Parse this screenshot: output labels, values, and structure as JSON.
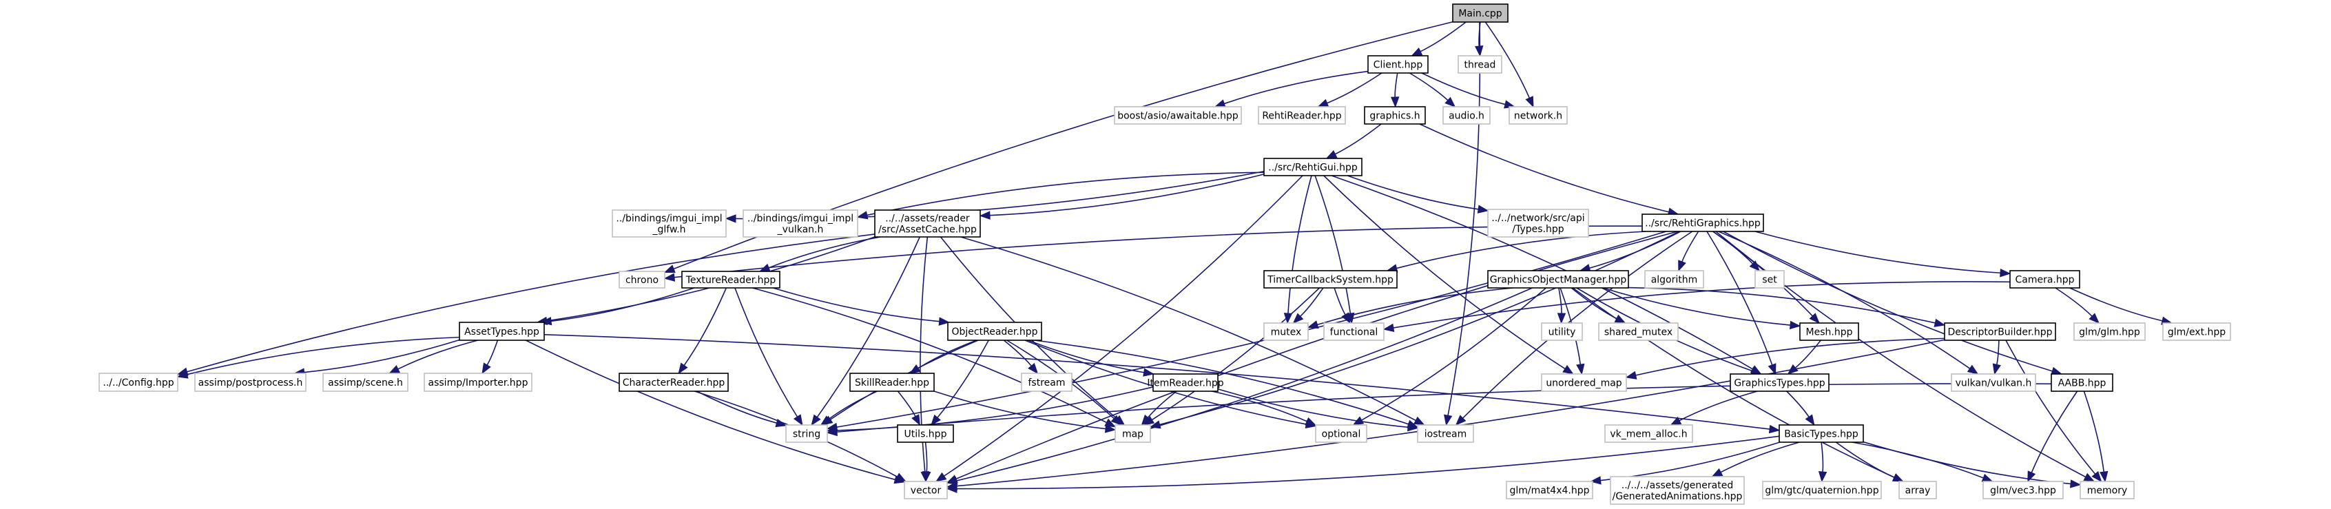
{
  "title": "Include dependency graph for Main.cpp",
  "colors": {
    "edge": "#191970",
    "root_fill": "#bfbfbf",
    "internal_border": "#000000",
    "external_border": "#bfbfbf"
  },
  "nodes": [
    {
      "id": "main",
      "label": [
        "Main.cpp"
      ],
      "kind": "root"
    },
    {
      "id": "client",
      "label": [
        "Client.hpp"
      ],
      "kind": "internal"
    },
    {
      "id": "thread",
      "label": [
        "thread"
      ],
      "kind": "external"
    },
    {
      "id": "network_h",
      "label": [
        "network.h"
      ],
      "kind": "external"
    },
    {
      "id": "boost_awaitable",
      "label": [
        "boost/asio/awaitable.hpp"
      ],
      "kind": "external"
    },
    {
      "id": "rehtireader",
      "label": [
        "RehtiReader.hpp"
      ],
      "kind": "external"
    },
    {
      "id": "graphics_h",
      "label": [
        "graphics.h"
      ],
      "kind": "internal"
    },
    {
      "id": "audio_h",
      "label": [
        "audio.h"
      ],
      "kind": "external"
    },
    {
      "id": "rehtigui",
      "label": [
        "../src/RehtiGui.hpp"
      ],
      "kind": "internal"
    },
    {
      "id": "rehtigraphics",
      "label": [
        "../src/RehtiGraphics.hpp"
      ],
      "kind": "internal"
    },
    {
      "id": "imgui_glfw",
      "label": [
        "../bindings/imgui_impl",
        "_glfw.h"
      ],
      "kind": "external"
    },
    {
      "id": "imgui_vulkan",
      "label": [
        "../bindings/imgui_impl",
        "_vulkan.h"
      ],
      "kind": "external"
    },
    {
      "id": "assetcache",
      "label": [
        "../../assets/reader",
        "/src/AssetCache.hpp"
      ],
      "kind": "internal"
    },
    {
      "id": "net_types",
      "label": [
        "../../network/src/api",
        "/Types.hpp"
      ],
      "kind": "external"
    },
    {
      "id": "chrono",
      "label": [
        "chrono"
      ],
      "kind": "external"
    },
    {
      "id": "texturereader",
      "label": [
        "TextureReader.hpp"
      ],
      "kind": "internal"
    },
    {
      "id": "timercallback",
      "label": [
        "TimerCallbackSystem.hpp"
      ],
      "kind": "internal"
    },
    {
      "id": "gom",
      "label": [
        "GraphicsObjectManager.hpp"
      ],
      "kind": "internal"
    },
    {
      "id": "algorithm",
      "label": [
        "algorithm"
      ],
      "kind": "external"
    },
    {
      "id": "set",
      "label": [
        "set"
      ],
      "kind": "external"
    },
    {
      "id": "camera",
      "label": [
        "Camera.hpp"
      ],
      "kind": "internal"
    },
    {
      "id": "assettypes",
      "label": [
        "AssetTypes.hpp"
      ],
      "kind": "internal"
    },
    {
      "id": "objectreader",
      "label": [
        "ObjectReader.hpp"
      ],
      "kind": "internal"
    },
    {
      "id": "mutex",
      "label": [
        "mutex"
      ],
      "kind": "external"
    },
    {
      "id": "functional",
      "label": [
        "functional"
      ],
      "kind": "external"
    },
    {
      "id": "utility",
      "label": [
        "utility"
      ],
      "kind": "external"
    },
    {
      "id": "shared_mutex",
      "label": [
        "shared_mutex"
      ],
      "kind": "external"
    },
    {
      "id": "mesh",
      "label": [
        "Mesh.hpp"
      ],
      "kind": "internal"
    },
    {
      "id": "descriptorbuilder",
      "label": [
        "DescriptorBuilder.hpp"
      ],
      "kind": "internal"
    },
    {
      "id": "glm_glm",
      "label": [
        "glm/glm.hpp"
      ],
      "kind": "external"
    },
    {
      "id": "glm_ext",
      "label": [
        "glm/ext.hpp"
      ],
      "kind": "external"
    },
    {
      "id": "config",
      "label": [
        "../../Config.hpp"
      ],
      "kind": "external"
    },
    {
      "id": "assimp_post",
      "label": [
        "assimp/postprocess.h"
      ],
      "kind": "external"
    },
    {
      "id": "assimp_scene",
      "label": [
        "assimp/scene.h"
      ],
      "kind": "external"
    },
    {
      "id": "assimp_importer",
      "label": [
        "assimp/Importer.hpp"
      ],
      "kind": "external"
    },
    {
      "id": "characterreader",
      "label": [
        "CharacterReader.hpp"
      ],
      "kind": "internal"
    },
    {
      "id": "skillreader",
      "label": [
        "SkillReader.hpp"
      ],
      "kind": "internal"
    },
    {
      "id": "fstream",
      "label": [
        "fstream"
      ],
      "kind": "external"
    },
    {
      "id": "itemreader",
      "label": [
        "ItemReader.hpp"
      ],
      "kind": "internal"
    },
    {
      "id": "unordered_map",
      "label": [
        "unordered_map"
      ],
      "kind": "external"
    },
    {
      "id": "graphicstypes",
      "label": [
        "GraphicsTypes.hpp"
      ],
      "kind": "internal"
    },
    {
      "id": "vulkan_h",
      "label": [
        "vulkan/vulkan.h"
      ],
      "kind": "external"
    },
    {
      "id": "aabb",
      "label": [
        "AABB.hpp"
      ],
      "kind": "internal"
    },
    {
      "id": "string",
      "label": [
        "string"
      ],
      "kind": "external"
    },
    {
      "id": "utils",
      "label": [
        "Utils.hpp"
      ],
      "kind": "internal"
    },
    {
      "id": "map",
      "label": [
        "map"
      ],
      "kind": "external"
    },
    {
      "id": "optional",
      "label": [
        "optional"
      ],
      "kind": "external"
    },
    {
      "id": "iostream",
      "label": [
        "iostream"
      ],
      "kind": "external"
    },
    {
      "id": "vk_mem_alloc",
      "label": [
        "vk_mem_alloc.h"
      ],
      "kind": "external"
    },
    {
      "id": "basictypes",
      "label": [
        "BasicTypes.hpp"
      ],
      "kind": "internal"
    },
    {
      "id": "vector",
      "label": [
        "vector"
      ],
      "kind": "external"
    },
    {
      "id": "glm_mat4x4",
      "label": [
        "glm/mat4x4.hpp"
      ],
      "kind": "external"
    },
    {
      "id": "generated_anims",
      "label": [
        "../../../assets/generated",
        "/GeneratedAnimations.hpp"
      ],
      "kind": "external"
    },
    {
      "id": "glm_quat",
      "label": [
        "glm/gtc/quaternion.hpp"
      ],
      "kind": "external"
    },
    {
      "id": "array",
      "label": [
        "array"
      ],
      "kind": "external"
    },
    {
      "id": "glm_vec3",
      "label": [
        "glm/vec3.hpp"
      ],
      "kind": "external"
    },
    {
      "id": "memory",
      "label": [
        "memory"
      ],
      "kind": "external"
    }
  ],
  "edges": [
    [
      "main",
      "client"
    ],
    [
      "main",
      "thread"
    ],
    [
      "main",
      "network_h"
    ],
    [
      "main",
      "chrono"
    ],
    [
      "main",
      "iostream"
    ],
    [
      "client",
      "boost_awaitable"
    ],
    [
      "client",
      "rehtireader"
    ],
    [
      "client",
      "graphics_h"
    ],
    [
      "client",
      "audio_h"
    ],
    [
      "client",
      "network_h"
    ],
    [
      "graphics_h",
      "rehtigui"
    ],
    [
      "graphics_h",
      "rehtigraphics"
    ],
    [
      "rehtigui",
      "imgui_glfw"
    ],
    [
      "rehtigui",
      "imgui_vulkan"
    ],
    [
      "rehtigui",
      "assetcache"
    ],
    [
      "rehtigui",
      "net_types"
    ],
    [
      "rehtigui",
      "vector"
    ],
    [
      "rehtigui",
      "mutex"
    ],
    [
      "rehtigui",
      "functional"
    ],
    [
      "rehtigui",
      "unordered_map"
    ],
    [
      "rehtigui",
      "graphicstypes"
    ],
    [
      "assetcache",
      "texturereader"
    ],
    [
      "assetcache",
      "assettypes"
    ],
    [
      "assetcache",
      "config"
    ],
    [
      "assetcache",
      "string"
    ],
    [
      "assetcache",
      "map"
    ],
    [
      "assetcache",
      "iostream"
    ],
    [
      "assetcache",
      "vector"
    ],
    [
      "texturereader",
      "assettypes"
    ],
    [
      "texturereader",
      "objectreader"
    ],
    [
      "texturereader",
      "characterreader"
    ],
    [
      "texturereader",
      "string"
    ],
    [
      "texturereader",
      "map"
    ],
    [
      "assettypes",
      "config"
    ],
    [
      "assettypes",
      "assimp_post"
    ],
    [
      "assettypes",
      "assimp_scene"
    ],
    [
      "assettypes",
      "assimp_importer"
    ],
    [
      "assettypes",
      "vector"
    ],
    [
      "assettypes",
      "basictypes"
    ],
    [
      "objectreader",
      "skillreader"
    ],
    [
      "objectreader",
      "fstream"
    ],
    [
      "objectreader",
      "itemreader"
    ],
    [
      "objectreader",
      "utils"
    ],
    [
      "objectreader",
      "string"
    ],
    [
      "objectreader",
      "map"
    ],
    [
      "objectreader",
      "optional"
    ],
    [
      "objectreader",
      "iostream"
    ],
    [
      "characterreader",
      "string"
    ],
    [
      "characterreader",
      "vector"
    ],
    [
      "skillreader",
      "string"
    ],
    [
      "skillreader",
      "utils"
    ],
    [
      "skillreader",
      "map"
    ],
    [
      "itemreader",
      "string"
    ],
    [
      "itemreader",
      "map"
    ],
    [
      "itemreader",
      "optional"
    ],
    [
      "itemreader",
      "iostream"
    ],
    [
      "utils",
      "vector"
    ],
    [
      "rehtigraphics",
      "timercallback"
    ],
    [
      "rehtigraphics",
      "gom"
    ],
    [
      "rehtigraphics",
      "algorithm"
    ],
    [
      "rehtigraphics",
      "set"
    ],
    [
      "rehtigraphics",
      "camera"
    ],
    [
      "rehtigraphics",
      "mesh"
    ],
    [
      "rehtigraphics",
      "chrono"
    ],
    [
      "rehtigraphics",
      "string"
    ],
    [
      "rehtigraphics",
      "iostream"
    ],
    [
      "rehtigraphics",
      "map"
    ],
    [
      "rehtigraphics",
      "aabb"
    ],
    [
      "rehtigraphics",
      "vulkan_h"
    ],
    [
      "rehtigraphics",
      "memory"
    ],
    [
      "rehtigraphics",
      "graphicstypes"
    ],
    [
      "rehtigraphics",
      "vector"
    ],
    [
      "timercallback",
      "mutex"
    ],
    [
      "timercallback",
      "functional"
    ],
    [
      "timercallback",
      "map"
    ],
    [
      "gom",
      "mutex"
    ],
    [
      "gom",
      "utility"
    ],
    [
      "gom",
      "shared_mutex"
    ],
    [
      "gom",
      "unordered_map"
    ],
    [
      "gom",
      "mesh"
    ],
    [
      "gom",
      "descriptorbuilder"
    ],
    [
      "gom",
      "graphicstypes"
    ],
    [
      "gom",
      "optional"
    ],
    [
      "gom",
      "array"
    ],
    [
      "gom",
      "vector"
    ],
    [
      "camera",
      "functional"
    ],
    [
      "camera",
      "glm_glm"
    ],
    [
      "camera",
      "glm_ext"
    ],
    [
      "mesh",
      "graphicstypes"
    ],
    [
      "descriptorbuilder",
      "unordered_map"
    ],
    [
      "descriptorbuilder",
      "vulkan_h"
    ],
    [
      "descriptorbuilder",
      "memory"
    ],
    [
      "descriptorbuilder",
      "vector"
    ],
    [
      "graphicstypes",
      "vk_mem_alloc"
    ],
    [
      "graphicstypes",
      "basictypes"
    ],
    [
      "aabb",
      "glm_vec3"
    ],
    [
      "aabb",
      "memory"
    ],
    [
      "aabb",
      "string"
    ],
    [
      "basictypes",
      "glm_mat4x4"
    ],
    [
      "basictypes",
      "generated_anims"
    ],
    [
      "basictypes",
      "glm_quat"
    ],
    [
      "basictypes",
      "array"
    ],
    [
      "basictypes",
      "glm_vec3"
    ],
    [
      "basictypes",
      "memory"
    ],
    [
      "basictypes",
      "vector"
    ]
  ]
}
